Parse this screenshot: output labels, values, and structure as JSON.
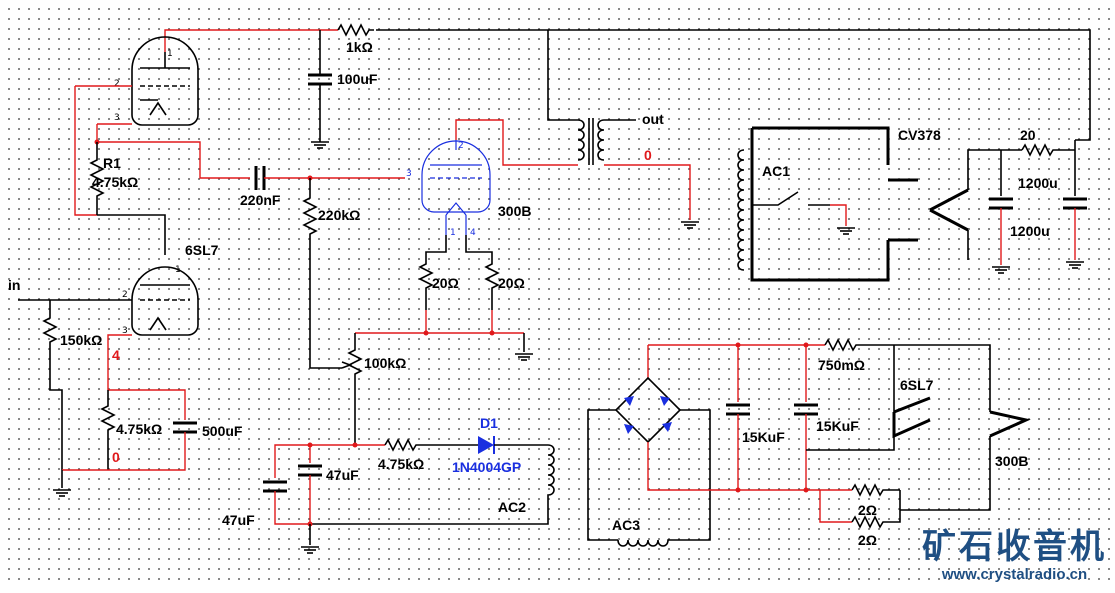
{
  "watermark": {
    "title": "矿石收音机",
    "url": "www.crystalradio.cn"
  },
  "labels": {
    "r_1k": "1kΩ",
    "c_100u": "100uF",
    "out": "out",
    "node0_top": "0",
    "cv378": "CV378",
    "r_20": "20",
    "c_1200u_a": "1200u",
    "c_1200u_b": "1200u",
    "ac1": "AC1",
    "r1_name": "R1",
    "r1_val": "4.75kΩ",
    "c_220n": "220nF",
    "r_220k": "220kΩ",
    "tube_300b_label": "300B",
    "tube_6sl7_label": "6SL7",
    "in": "in",
    "r_150k": "150kΩ",
    "node4": "4",
    "r_20a": "20Ω",
    "r_20b": "20Ω",
    "pot_100k": "100kΩ",
    "r_475k_b": "4.75kΩ",
    "c_500u": "500uF",
    "node0_bot": "0",
    "d1_name": "D1",
    "d1_part": "1N4004GP",
    "r_475k_c": "4.75kΩ",
    "c_47u_a": "47uF",
    "c_47u_b": "47uF",
    "ac2": "AC2",
    "r_750m": "750mΩ",
    "c_15k_a": "15KuF",
    "c_15k_b": "15KuF",
    "fil_6sl7": "6SL7",
    "fil_300b": "300B",
    "r_2a": "2Ω",
    "r_2b": "2Ω",
    "ac3": "AC3"
  },
  "pins": {
    "t1_1": "1",
    "t1_2": "2",
    "t1_3": "3",
    "t2_1": "1",
    "t2_2": "2",
    "t2_3": "3",
    "t3_1": "1",
    "t3_2": "2",
    "t3_3": "3",
    "t3_4": "4"
  }
}
